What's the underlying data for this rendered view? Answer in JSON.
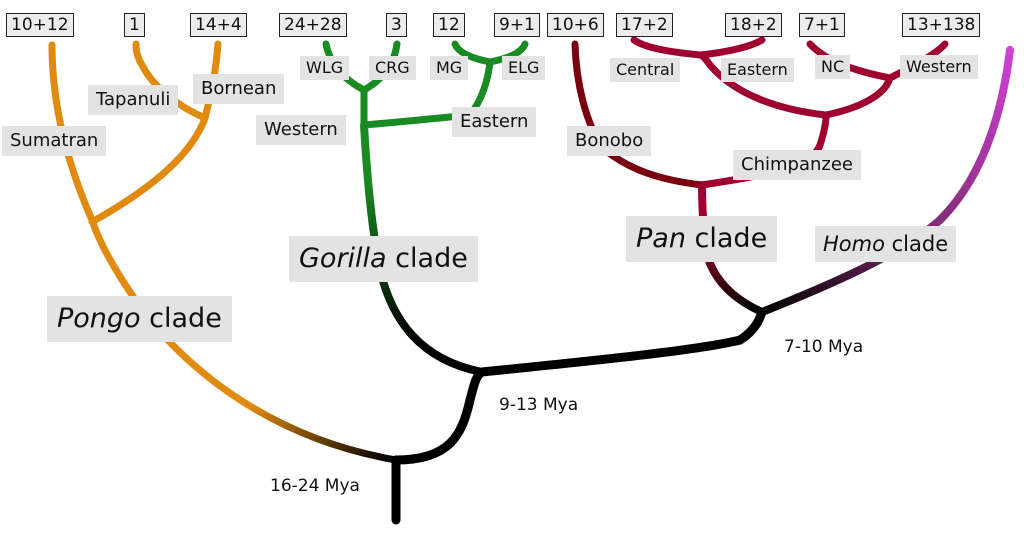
{
  "counts": {
    "sumatran": "10+12",
    "tapanuli": "1",
    "bornean": "14+4",
    "wlg": "24+28",
    "crg": "3",
    "mg": "12",
    "elg": "9+1",
    "bonobo": "10+6",
    "central": "17+2",
    "eastern_chimp": "18+2",
    "nc": "7+1",
    "western_chimp": "13+138"
  },
  "labels": {
    "tapanuli": "Tapanuli",
    "bornean": "Bornean",
    "sumatran": "Sumatran",
    "wlg": "WLG",
    "crg": "CRG",
    "mg": "MG",
    "elg": "ELG",
    "western_gorilla": "Western",
    "eastern_gorilla": "Eastern",
    "central": "Central",
    "eastern_chimp": "Eastern",
    "nc": "NC",
    "western_chimp": "Western",
    "bonobo": "Bonobo",
    "chimpanzee": "Chimpanzee"
  },
  "clades": {
    "pongo": {
      "genus": "Pongo",
      "suffix": " clade"
    },
    "gorilla": {
      "genus": "Gorilla",
      "suffix": " clade"
    },
    "pan": {
      "genus": "Pan",
      "suffix": " clade"
    },
    "homo": {
      "genus": "Homo",
      "suffix": " clade"
    }
  },
  "divergence_times": {
    "root": "16-24 Mya",
    "gorilla_split": "9-13 Mya",
    "pan_homo_split": "7-10 Mya"
  },
  "colors": {
    "pongo": "#e08a10",
    "gorilla": "#1a8a22",
    "pan": "#a00030",
    "homo": "#d040d8",
    "trunk": "#000000"
  }
}
